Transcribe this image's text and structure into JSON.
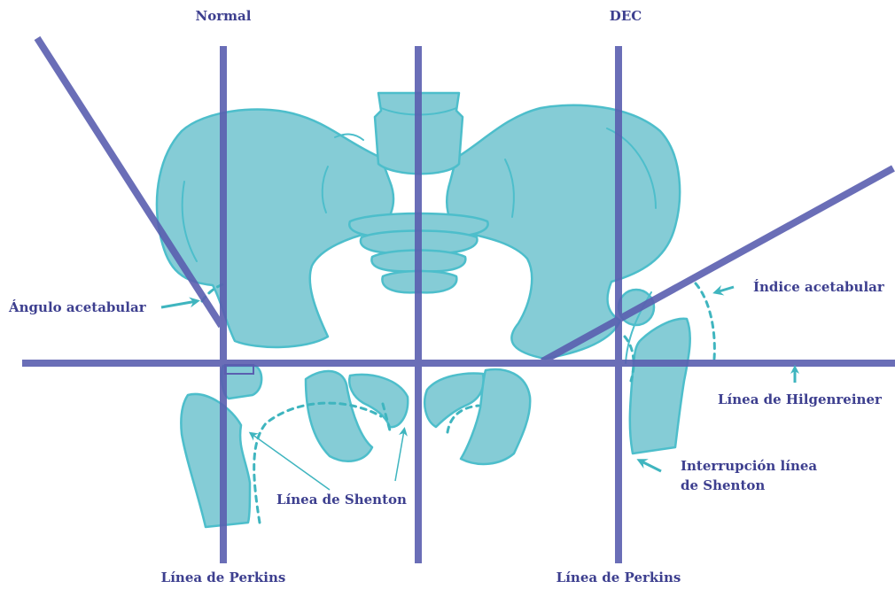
{
  "headers": {
    "normal": "Normal",
    "dec": "DEC"
  },
  "labels": {
    "angulo_acetabular": "Ángulo acetabular",
    "indice_acetabular": "Índice acetabular",
    "linea_hilgenreiner": "Línea de Hilgenreiner",
    "linea_shenton": "Línea de Shenton",
    "interrupcion_shenton_1": "Interrupción línea",
    "interrupcion_shenton_2": "de Shenton",
    "perkins_left": "Línea de Perkins",
    "perkins_right": "Línea de Perkins"
  },
  "colors": {
    "bone_fill": "#85ccd6",
    "bone_stroke": "#4dbecb",
    "line": "#5a5fb0",
    "arrow": "#3fb5bf",
    "text": "#3d3f8f"
  },
  "icons": [
    "arrow-icon"
  ]
}
